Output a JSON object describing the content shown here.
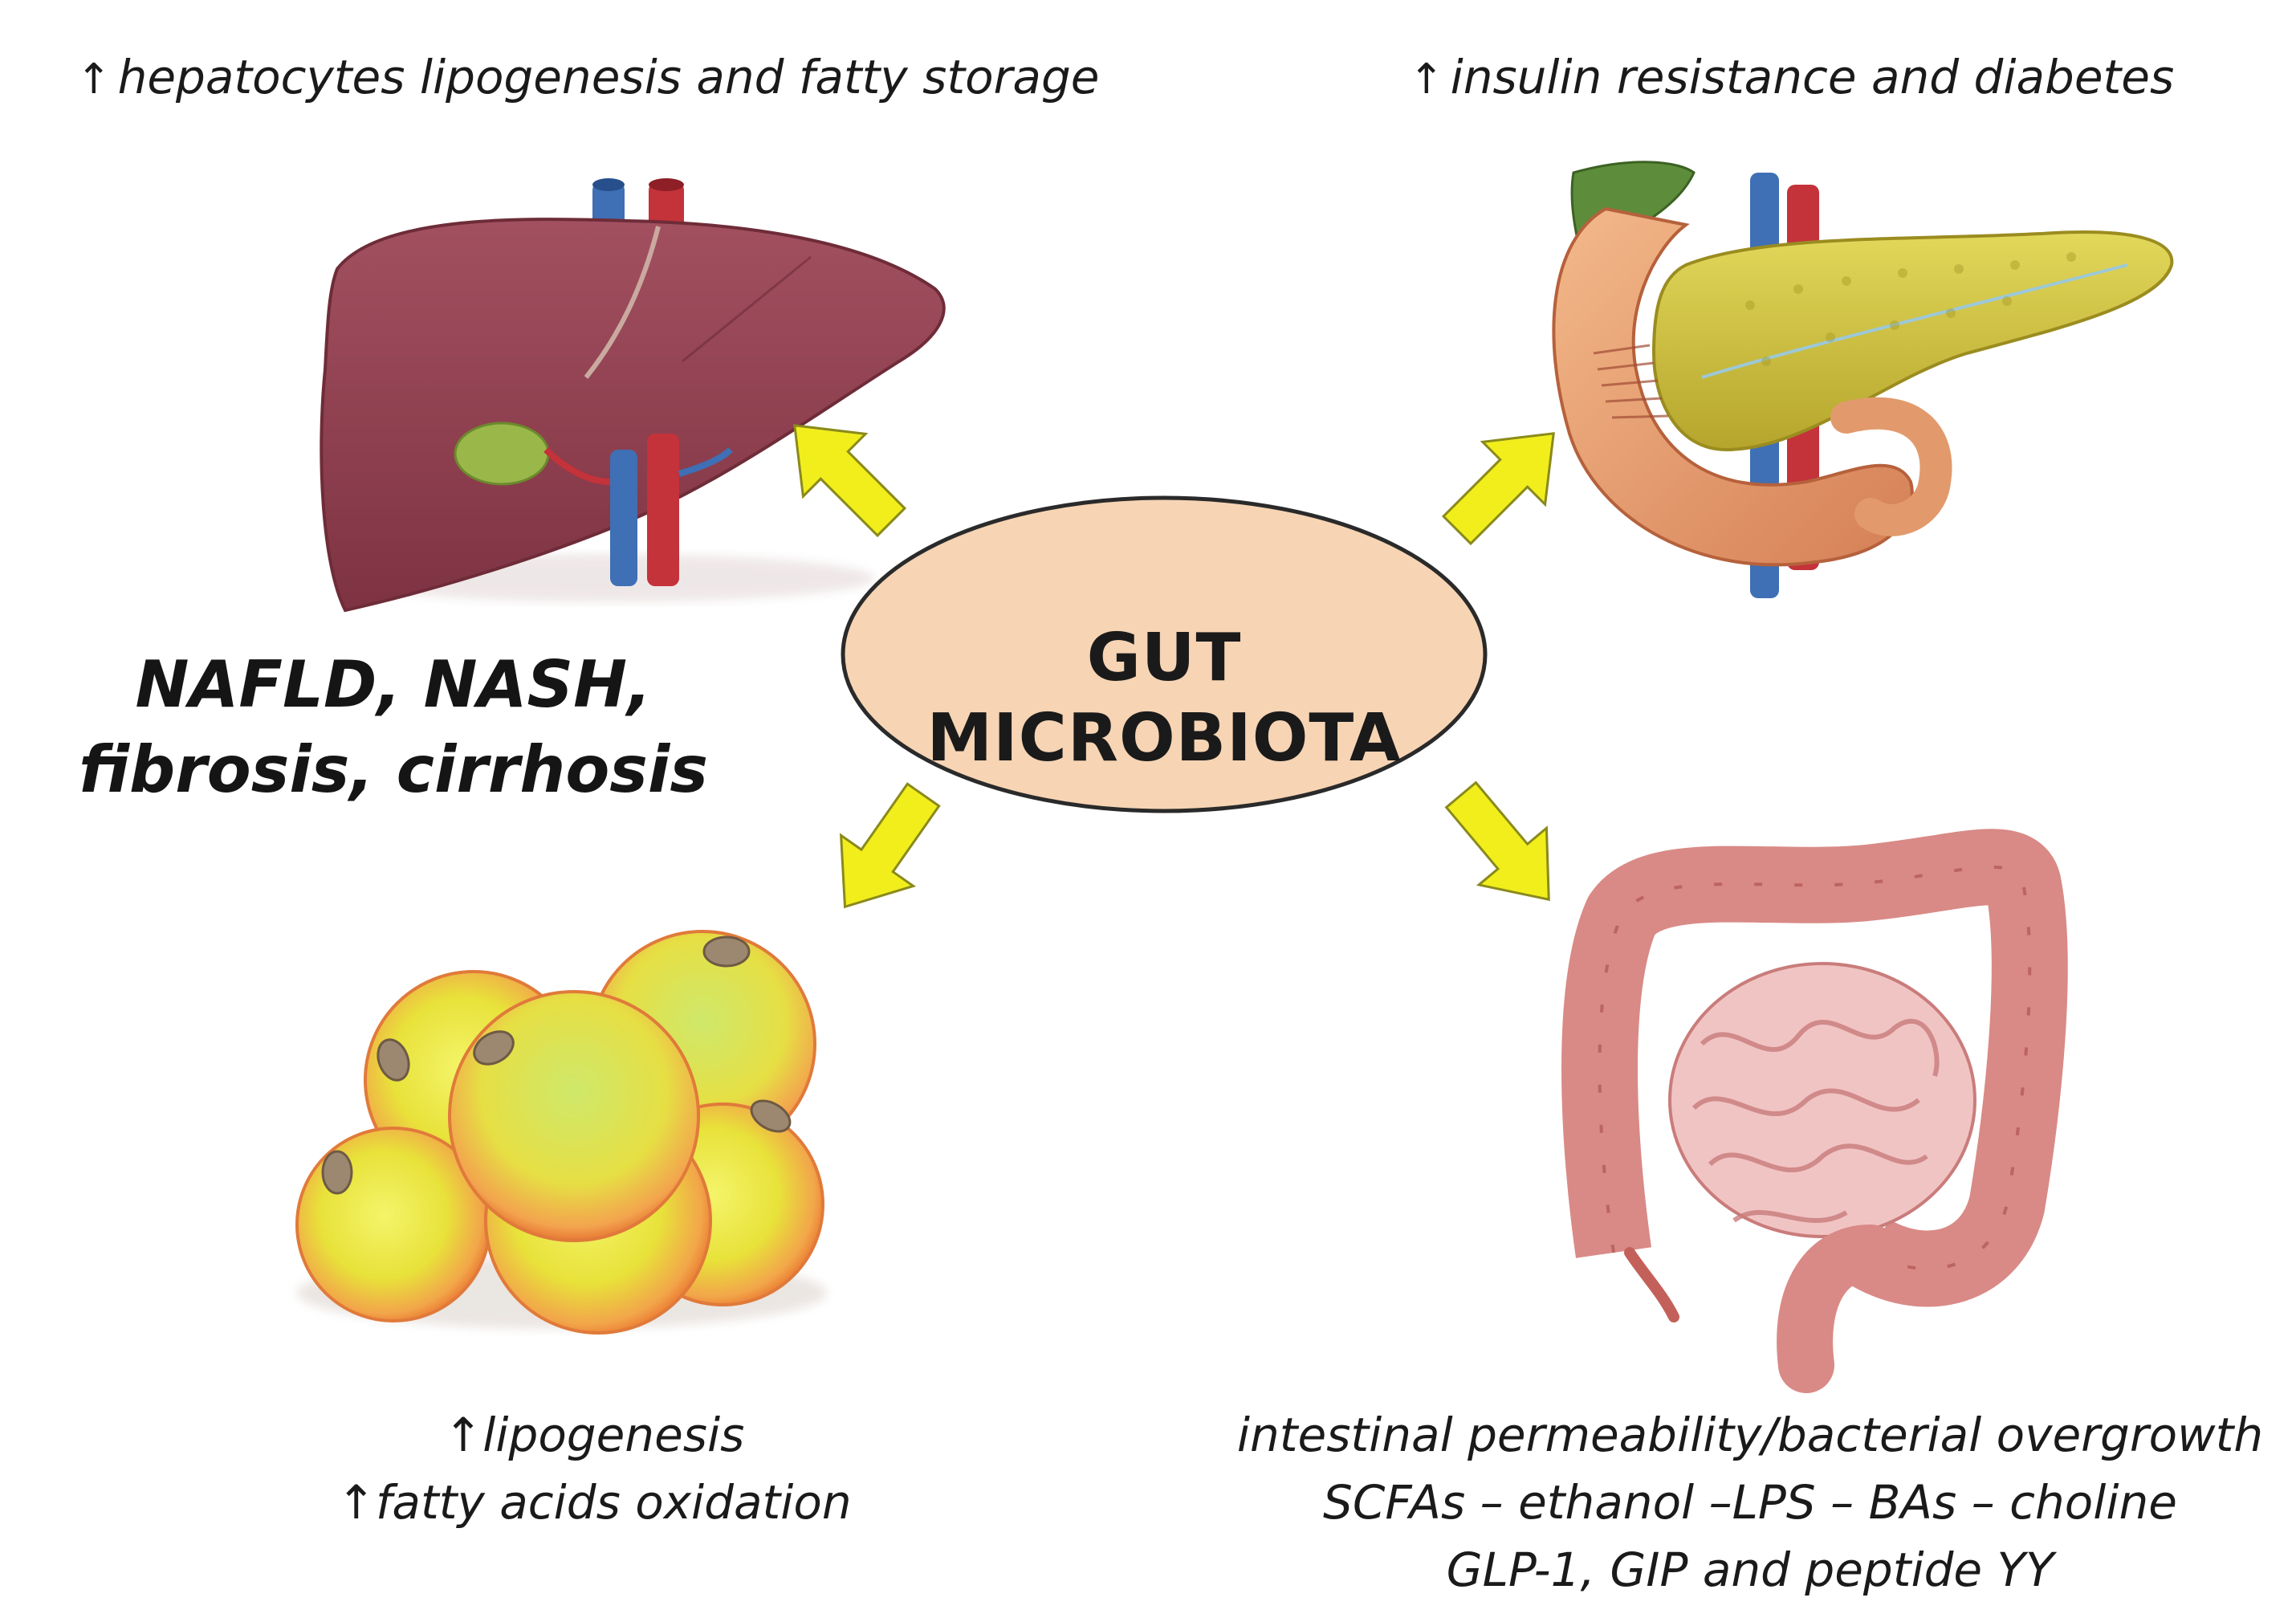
{
  "hub": {
    "label": "GUT MICROBIOTA"
  },
  "liver": {
    "effect": "hepatocytes lipogenesis and fatty storage",
    "diseases_line1": "NAFLD, NASH,",
    "diseases_line2": "fibrosis, cirrhosis"
  },
  "pancreas": {
    "effect": "insulin resistance and diabetes"
  },
  "adipose": {
    "effect_1": "lipogenesis",
    "effect_2": "fatty acids oxidation"
  },
  "intestine": {
    "line1": "intestinal permeability/bacterial overgrowth",
    "line2": "SCFAs – ethanol –LPS – BAs – choline",
    "line3": "GLP-1, GIP and peptide YY"
  },
  "up_arrow_glyph": "↑",
  "colors": {
    "hub_fill": "#f6d4b4",
    "arrow_fill": "#f1ee1c",
    "liver": "#8e3d4c",
    "gallbladder": "#9ab84a",
    "vein": "#3f6fb5",
    "artery": "#c4323a",
    "pancreas": "#cdbd3e",
    "duodenum": "#e9a070",
    "adipocyte": "#f0a040",
    "intestine": "#d98a86"
  },
  "icons": [
    "liver-illustration",
    "pancreas-illustration",
    "adipocytes-illustration",
    "intestine-illustration"
  ]
}
